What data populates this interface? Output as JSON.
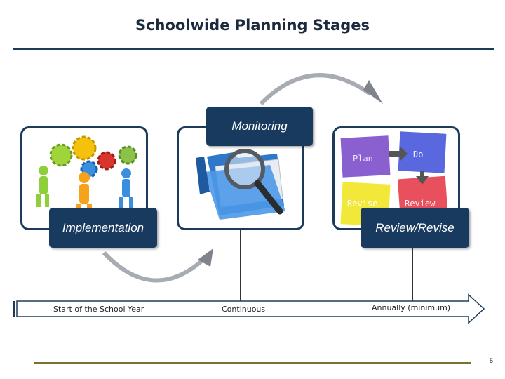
{
  "slide": {
    "title": "Schoolwide Planning Stages",
    "page_number": "5"
  },
  "stages": {
    "monitoring": "Monitoring",
    "implementation": "Implementation",
    "review": "Review/Revise"
  },
  "pdca": {
    "plan": "Plan",
    "do": "Do",
    "revise": "Revise",
    "review": "Review"
  },
  "timeline": {
    "start": "Start of the School Year",
    "continuous": "Continuous",
    "annually": "Annually (minimum)"
  },
  "colors": {
    "navy": "#173a5e",
    "arrow_gray": "#a7abb2",
    "rule_olive": "#7c7230"
  },
  "icons": [
    "people-gears-icon",
    "magnifier-folder-icon",
    "curved-arrow-icon",
    "timeline-arrow-icon"
  ]
}
